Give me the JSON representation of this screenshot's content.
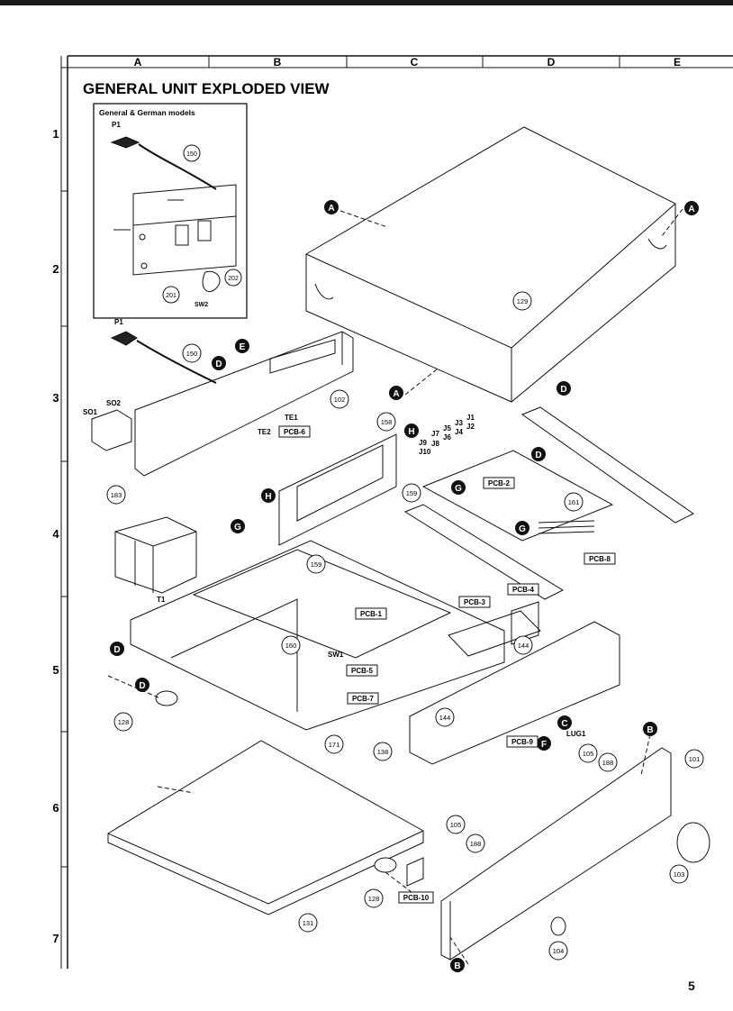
{
  "title": "GENERAL UNIT EXPLODED VIEW",
  "page_number": "5",
  "grid": {
    "columns": [
      "A",
      "B",
      "C",
      "D",
      "E"
    ],
    "rows": [
      "1",
      "2",
      "3",
      "4",
      "5",
      "6",
      "7"
    ]
  },
  "inset": {
    "heading": "General & German models",
    "labels": {
      "p1": "P1",
      "part150": "150",
      "part201": "201",
      "part202": "202",
      "sw2": "SW2"
    }
  },
  "screw_markers": [
    "A",
    "A",
    "A",
    "B",
    "B",
    "C",
    "D",
    "D",
    "D",
    "D",
    "D",
    "E",
    "F",
    "G",
    "G",
    "G",
    "H",
    "H"
  ],
  "board_labels": [
    "PCB-1",
    "PCB-2",
    "PCB-3",
    "PCB-4",
    "PCB-5",
    "PCB-6",
    "PCB-7",
    "PCB-8",
    "PCB-9",
    "PCB-10"
  ],
  "part_numbers": [
    "101",
    "102",
    "103",
    "104",
    "105",
    "105",
    "128",
    "128",
    "129",
    "131",
    "138",
    "144",
    "144",
    "150",
    "158",
    "159",
    "159",
    "160",
    "161",
    "171",
    "183",
    "188",
    "188"
  ],
  "component_labels": [
    "P1",
    "SO1",
    "SO2",
    "TE1",
    "TE2",
    "T1",
    "SW1",
    "LUG1",
    "J1",
    "J2",
    "J3",
    "J4",
    "J5",
    "J6",
    "J7",
    "J8",
    "J9",
    "J10"
  ]
}
